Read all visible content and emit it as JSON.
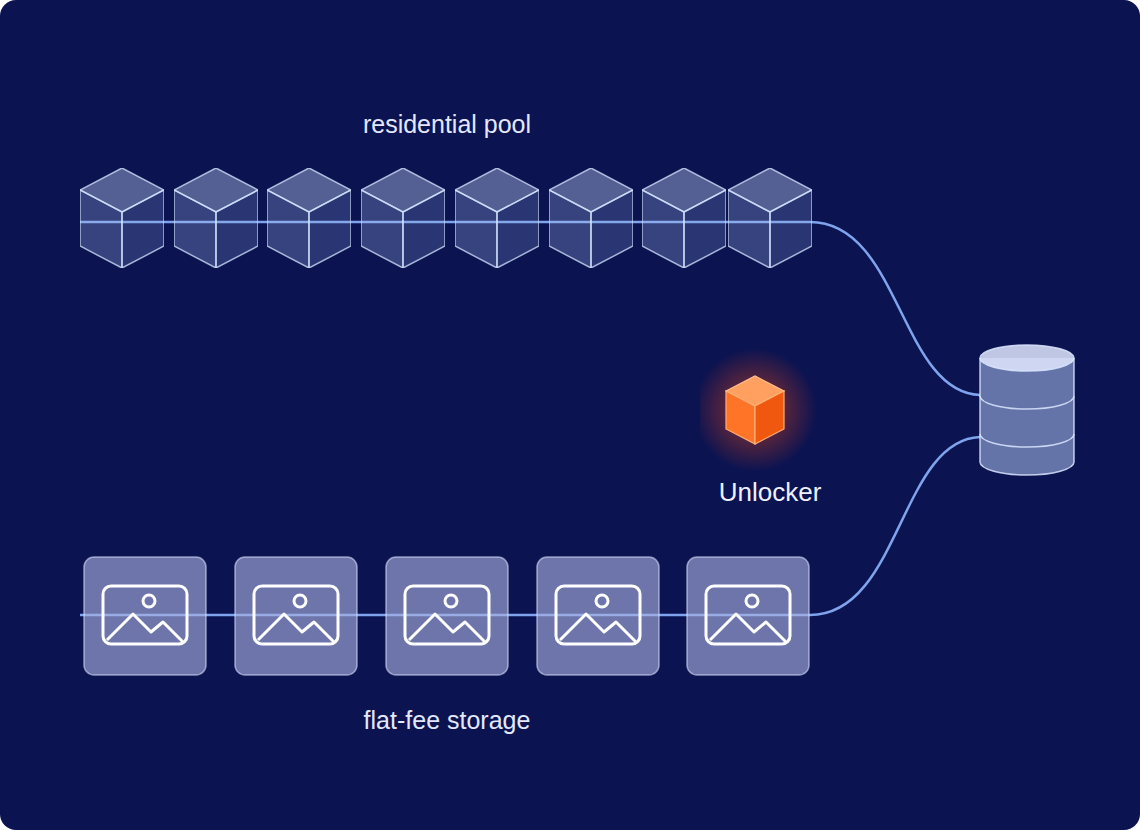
{
  "diagram": {
    "nodes": [
      {
        "text": [
          "Unlocker"
        ]
      }
    ],
    "labels": [
      "residential pool",
      "flat-fee storage"
    ]
  }
}
